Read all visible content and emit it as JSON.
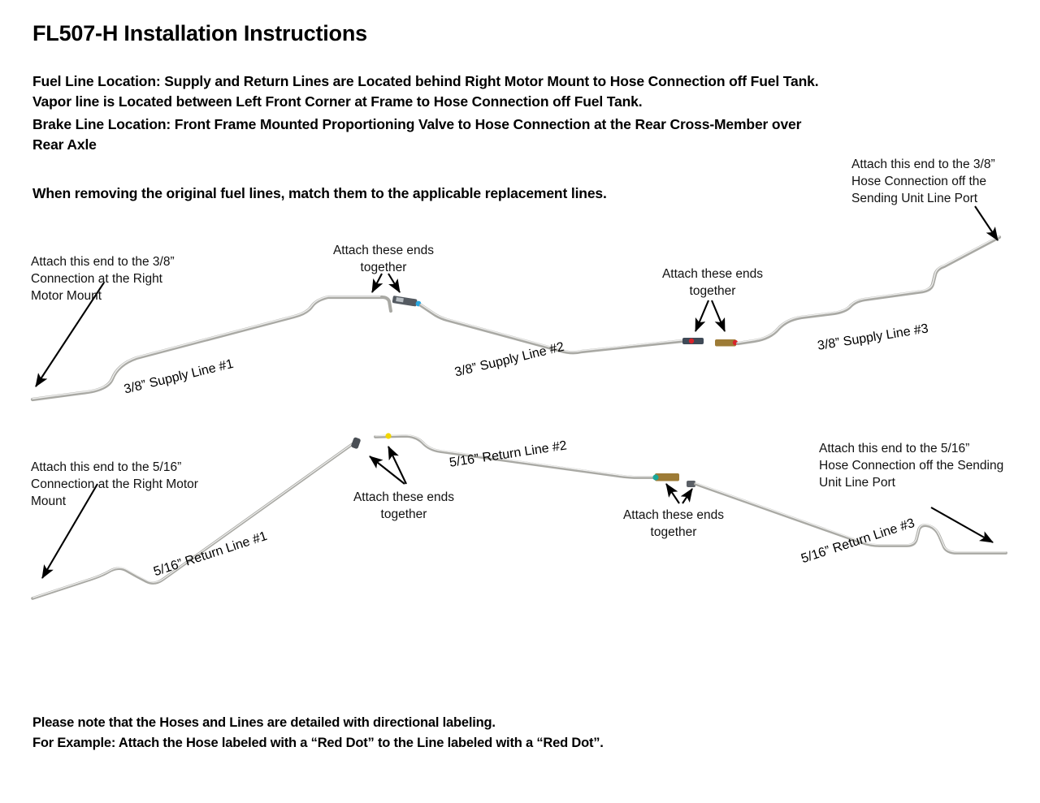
{
  "document": {
    "title": "FL507-H Installation Instructions",
    "intro": [
      "Fuel Line Location:  Supply and Return Lines are Located behind Right Motor Mount to Hose Connection off Fuel Tank.",
      "Vapor line is Located between Left Front Corner at Frame to Hose Connection off Fuel Tank.",
      "Brake Line Location: Front Frame Mounted Proportioning Valve to Hose Connection at the Rear Cross-Member over",
      "Rear Axle"
    ],
    "emphasis": "When removing the original fuel lines, match them to the applicable replacement lines.",
    "footer": [
      "Please note that the Hoses and Lines are detailed with directional labeling.",
      "For Example: Attach the Hose labeled with a “Red Dot” to the Line labeled with a “Red Dot”."
    ]
  },
  "diagram": {
    "supply": {
      "line_labels": {
        "line1": "3/8” Supply Line #1",
        "line2": "3/8” Supply Line #2",
        "line3": "3/8” Supply Line #3"
      },
      "callouts": {
        "left_end": "Attach this end to the 3/8”\nConnection at the Right\nMotor Mount",
        "right_end": "Attach this end to the 3/8”\nHose Connection off the\nSending Unit Line Port",
        "junction1": "Attach these ends\ntogether",
        "junction2": "Attach these ends\ntogether"
      },
      "junction_dots": {
        "junction1": "#29a7e0",
        "junction2": "#d8232a"
      }
    },
    "return": {
      "line_labels": {
        "line1": "5/16” Return Line #1",
        "line2": "5/16” Return Line #2",
        "line3": "5/16” Return Line #3"
      },
      "callouts": {
        "left_end": "Attach this end to the 5/16”\nConnection at the Right Motor\nMount",
        "right_end": "Attach this end to the 5/16”\nHose Connection off the Sending\nUnit Line Port",
        "junction1": "Attach these ends\ntogether",
        "junction2": "Attach these ends\ntogether"
      },
      "junction_dots": {
        "junction1": "#f2d600",
        "junction2": "#1aa89b"
      }
    },
    "colors": {
      "tube": "#a9a9a4",
      "tube_highlight": "#e8e8e6",
      "arrow": "#000000",
      "fitting_steel": "#4a4f55",
      "fitting_brass": "#9d7b36"
    }
  }
}
